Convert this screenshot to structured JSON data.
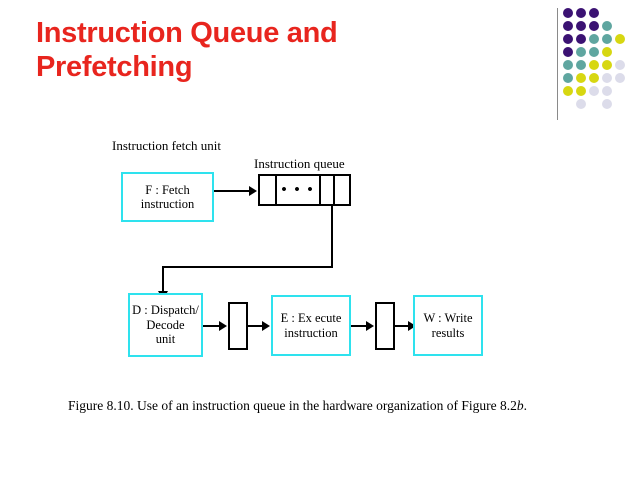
{
  "slide": {
    "title": "Instruction Queue and\nPrefetching",
    "title_color": "#E8251E",
    "background": "#ffffff"
  },
  "logo": {
    "name": "decorative-dot-grid",
    "colors": {
      "purple": "#3B1273",
      "teal": "#5FA6A0",
      "yellow": "#D7D711",
      "pale": "#DCDCEA",
      "divider": "#8a8a8a"
    },
    "dots": [
      {
        "col": 0,
        "row": 0,
        "color": "#3B1273"
      },
      {
        "col": 1,
        "row": 0,
        "color": "#3B1273"
      },
      {
        "col": 2,
        "row": 0,
        "color": "#3B1273"
      },
      {
        "col": 0,
        "row": 1,
        "color": "#3B1273"
      },
      {
        "col": 1,
        "row": 1,
        "color": "#3B1273"
      },
      {
        "col": 2,
        "row": 1,
        "color": "#3B1273"
      },
      {
        "col": 3,
        "row": 1,
        "color": "#5FA6A0"
      },
      {
        "col": 0,
        "row": 2,
        "color": "#3B1273"
      },
      {
        "col": 1,
        "row": 2,
        "color": "#3B1273"
      },
      {
        "col": 2,
        "row": 2,
        "color": "#5FA6A0"
      },
      {
        "col": 3,
        "row": 2,
        "color": "#5FA6A0"
      },
      {
        "col": 4,
        "row": 2,
        "color": "#D7D711"
      },
      {
        "col": 0,
        "row": 3,
        "color": "#3B1273"
      },
      {
        "col": 1,
        "row": 3,
        "color": "#5FA6A0"
      },
      {
        "col": 2,
        "row": 3,
        "color": "#5FA6A0"
      },
      {
        "col": 3,
        "row": 3,
        "color": "#D7D711"
      },
      {
        "col": 0,
        "row": 4,
        "color": "#5FA6A0"
      },
      {
        "col": 1,
        "row": 4,
        "color": "#5FA6A0"
      },
      {
        "col": 2,
        "row": 4,
        "color": "#D7D711"
      },
      {
        "col": 3,
        "row": 4,
        "color": "#D7D711"
      },
      {
        "col": 4,
        "row": 4,
        "color": "#DCDCEA"
      },
      {
        "col": 0,
        "row": 5,
        "color": "#5FA6A0"
      },
      {
        "col": 1,
        "row": 5,
        "color": "#D7D711"
      },
      {
        "col": 2,
        "row": 5,
        "color": "#D7D711"
      },
      {
        "col": 3,
        "row": 5,
        "color": "#DCDCEA"
      },
      {
        "col": 4,
        "row": 5,
        "color": "#DCDCEA"
      },
      {
        "col": 0,
        "row": 6,
        "color": "#D7D711"
      },
      {
        "col": 1,
        "row": 6,
        "color": "#D7D711"
      },
      {
        "col": 2,
        "row": 6,
        "color": "#DCDCEA"
      },
      {
        "col": 3,
        "row": 6,
        "color": "#DCDCEA"
      },
      {
        "col": 1,
        "row": 7,
        "color": "#DCDCEA"
      },
      {
        "col": 3,
        "row": 7,
        "color": "#DCDCEA"
      }
    ]
  },
  "diagram": {
    "labels": {
      "fetch_unit": "Instruction fetch unit",
      "queue": "Instruction queue"
    },
    "boxes": {
      "fetch": "F : Fetch\ninstruction",
      "dispatch": "D : Dispatch/\nDecode\nunit",
      "execute": "E : Ex ecute\ninstruction",
      "write": "W : Write\nresults"
    },
    "queue_cells": [
      {
        "name": "queue-cell-1",
        "text": ""
      },
      {
        "name": "queue-cell-2",
        "text": "• • •"
      },
      {
        "name": "queue-cell-3",
        "text": ""
      },
      {
        "name": "queue-cell-4",
        "text": ""
      }
    ],
    "buffers": [
      {
        "name": "buffer-b1"
      },
      {
        "name": "buffer-b2"
      }
    ],
    "box_border_color": "#2EE2EE",
    "line_color": "#000000"
  },
  "caption": {
    "prefix": "Figure 8.10. Use of an instruction queue in the hardware organization of Figure 8.2",
    "italic": "b",
    "suffix": "."
  }
}
